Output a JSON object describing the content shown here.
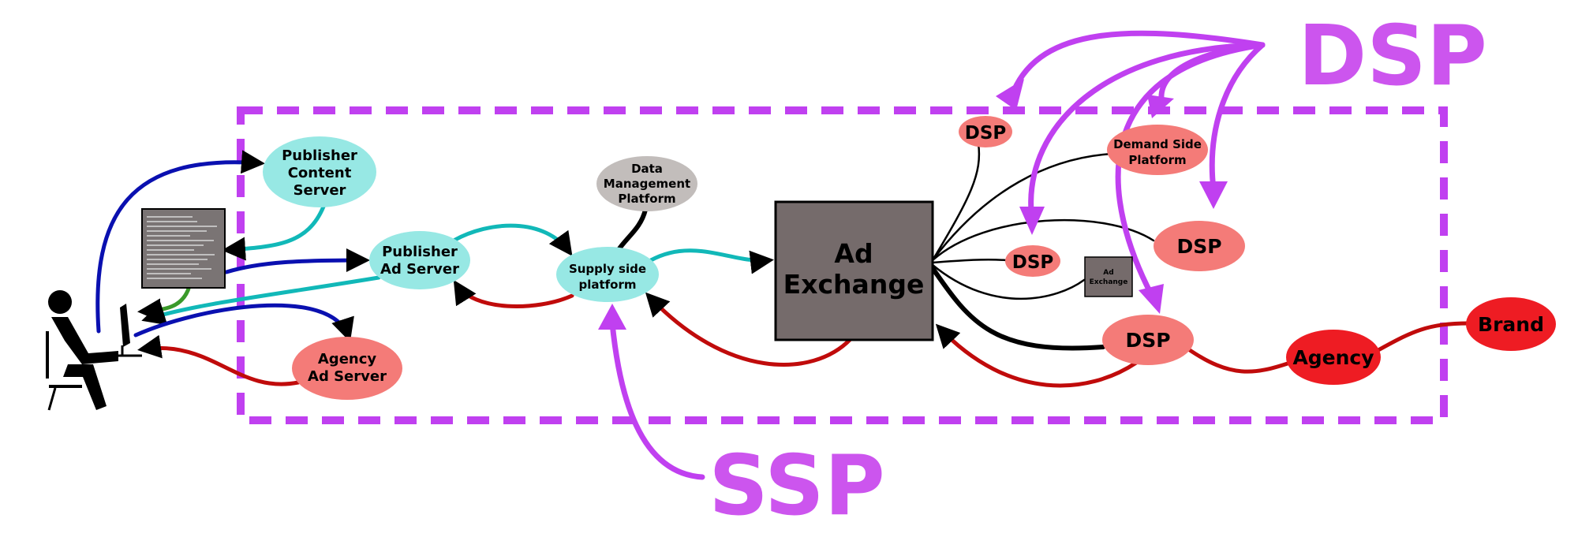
{
  "colors": {
    "cyan_node": "#97e8e4",
    "salmon_node": "#f47b78",
    "red_node": "#ee1c23",
    "gray_node": "#c2bdbb",
    "exchange_fill": "#756b6b",
    "purple": "#c040f0",
    "purple_text": "#cc55ee",
    "blue_edge": "#0a10b0",
    "teal_edge": "#11b8b8",
    "red_edge": "#c00b0b",
    "green_edge": "#3a9a2a"
  },
  "icons": {
    "user": "person-at-computer-icon",
    "page": "web-page-text-icon"
  },
  "nodes": {
    "publisher_content_server": [
      "Publisher",
      "Content",
      "Server"
    ],
    "publisher_ad_server": [
      "Publisher",
      "Ad Server"
    ],
    "agency_ad_server": [
      "Agency",
      "Ad Server"
    ],
    "supply_side_platform": [
      "Supply side",
      "platform"
    ],
    "data_management_platform": [
      "Data",
      "Management",
      "Platform"
    ],
    "ad_exchange": [
      "Ad",
      "Exchange"
    ],
    "ad_exchange_small": [
      "Ad",
      "Exchange"
    ],
    "dsp_1": "DSP",
    "dsp_2": "DSP",
    "dsp_3": "DSP",
    "dsp_4": "DSP",
    "demand_side_platform": [
      "Demand Side",
      "Platform"
    ],
    "agency": "Agency",
    "brand": "Brand"
  },
  "callouts": {
    "dsp": "DSP",
    "ssp": "SSP"
  }
}
